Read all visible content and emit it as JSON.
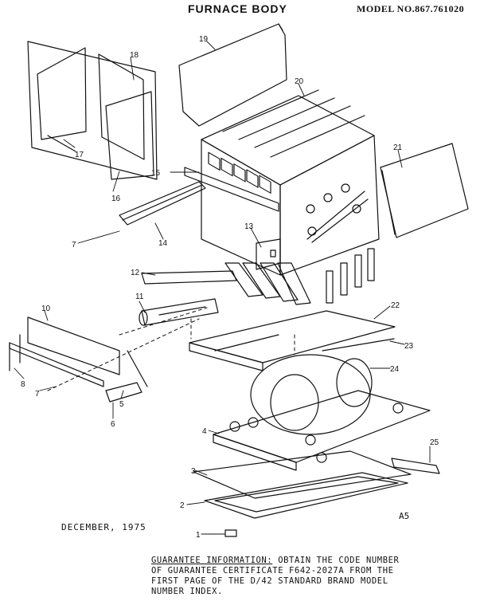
{
  "header": {
    "title": "FURNACE BODY",
    "model_number": "MODEL NO.867.761020"
  },
  "footer": {
    "date": "DECEMBER, 1975",
    "sheet_code": "A5",
    "guarantee_heading": "GUARANTEE INFORMATION:",
    "guarantee_line1_rest": " OBTAIN THE CODE NUMBER",
    "guarantee_line2_a": "OF GUARANTEE CERTIFICATE ",
    "certificate_code": "F642-2027A",
    "guarantee_line2_b": " FROM THE",
    "guarantee_line3": "FIRST PAGE OF THE D/42 STANDARD BRAND MODEL",
    "guarantee_line4": "NUMBER INDEX."
  },
  "callouts": {
    "c1": "1",
    "c2": "2",
    "c3": "3",
    "c4": "4",
    "c5": "5",
    "c6": "6",
    "c7a": "7",
    "c7b": "7",
    "c8": "8",
    "c10": "10",
    "c11": "11",
    "c12": "12",
    "c13": "13",
    "c14": "14",
    "c15": "15",
    "c16": "16",
    "c17": "17",
    "c18": "18",
    "c19": "19",
    "c20": "20",
    "c21": "21",
    "c22": "22",
    "c23": "23",
    "c24": "24",
    "c25": "25"
  }
}
